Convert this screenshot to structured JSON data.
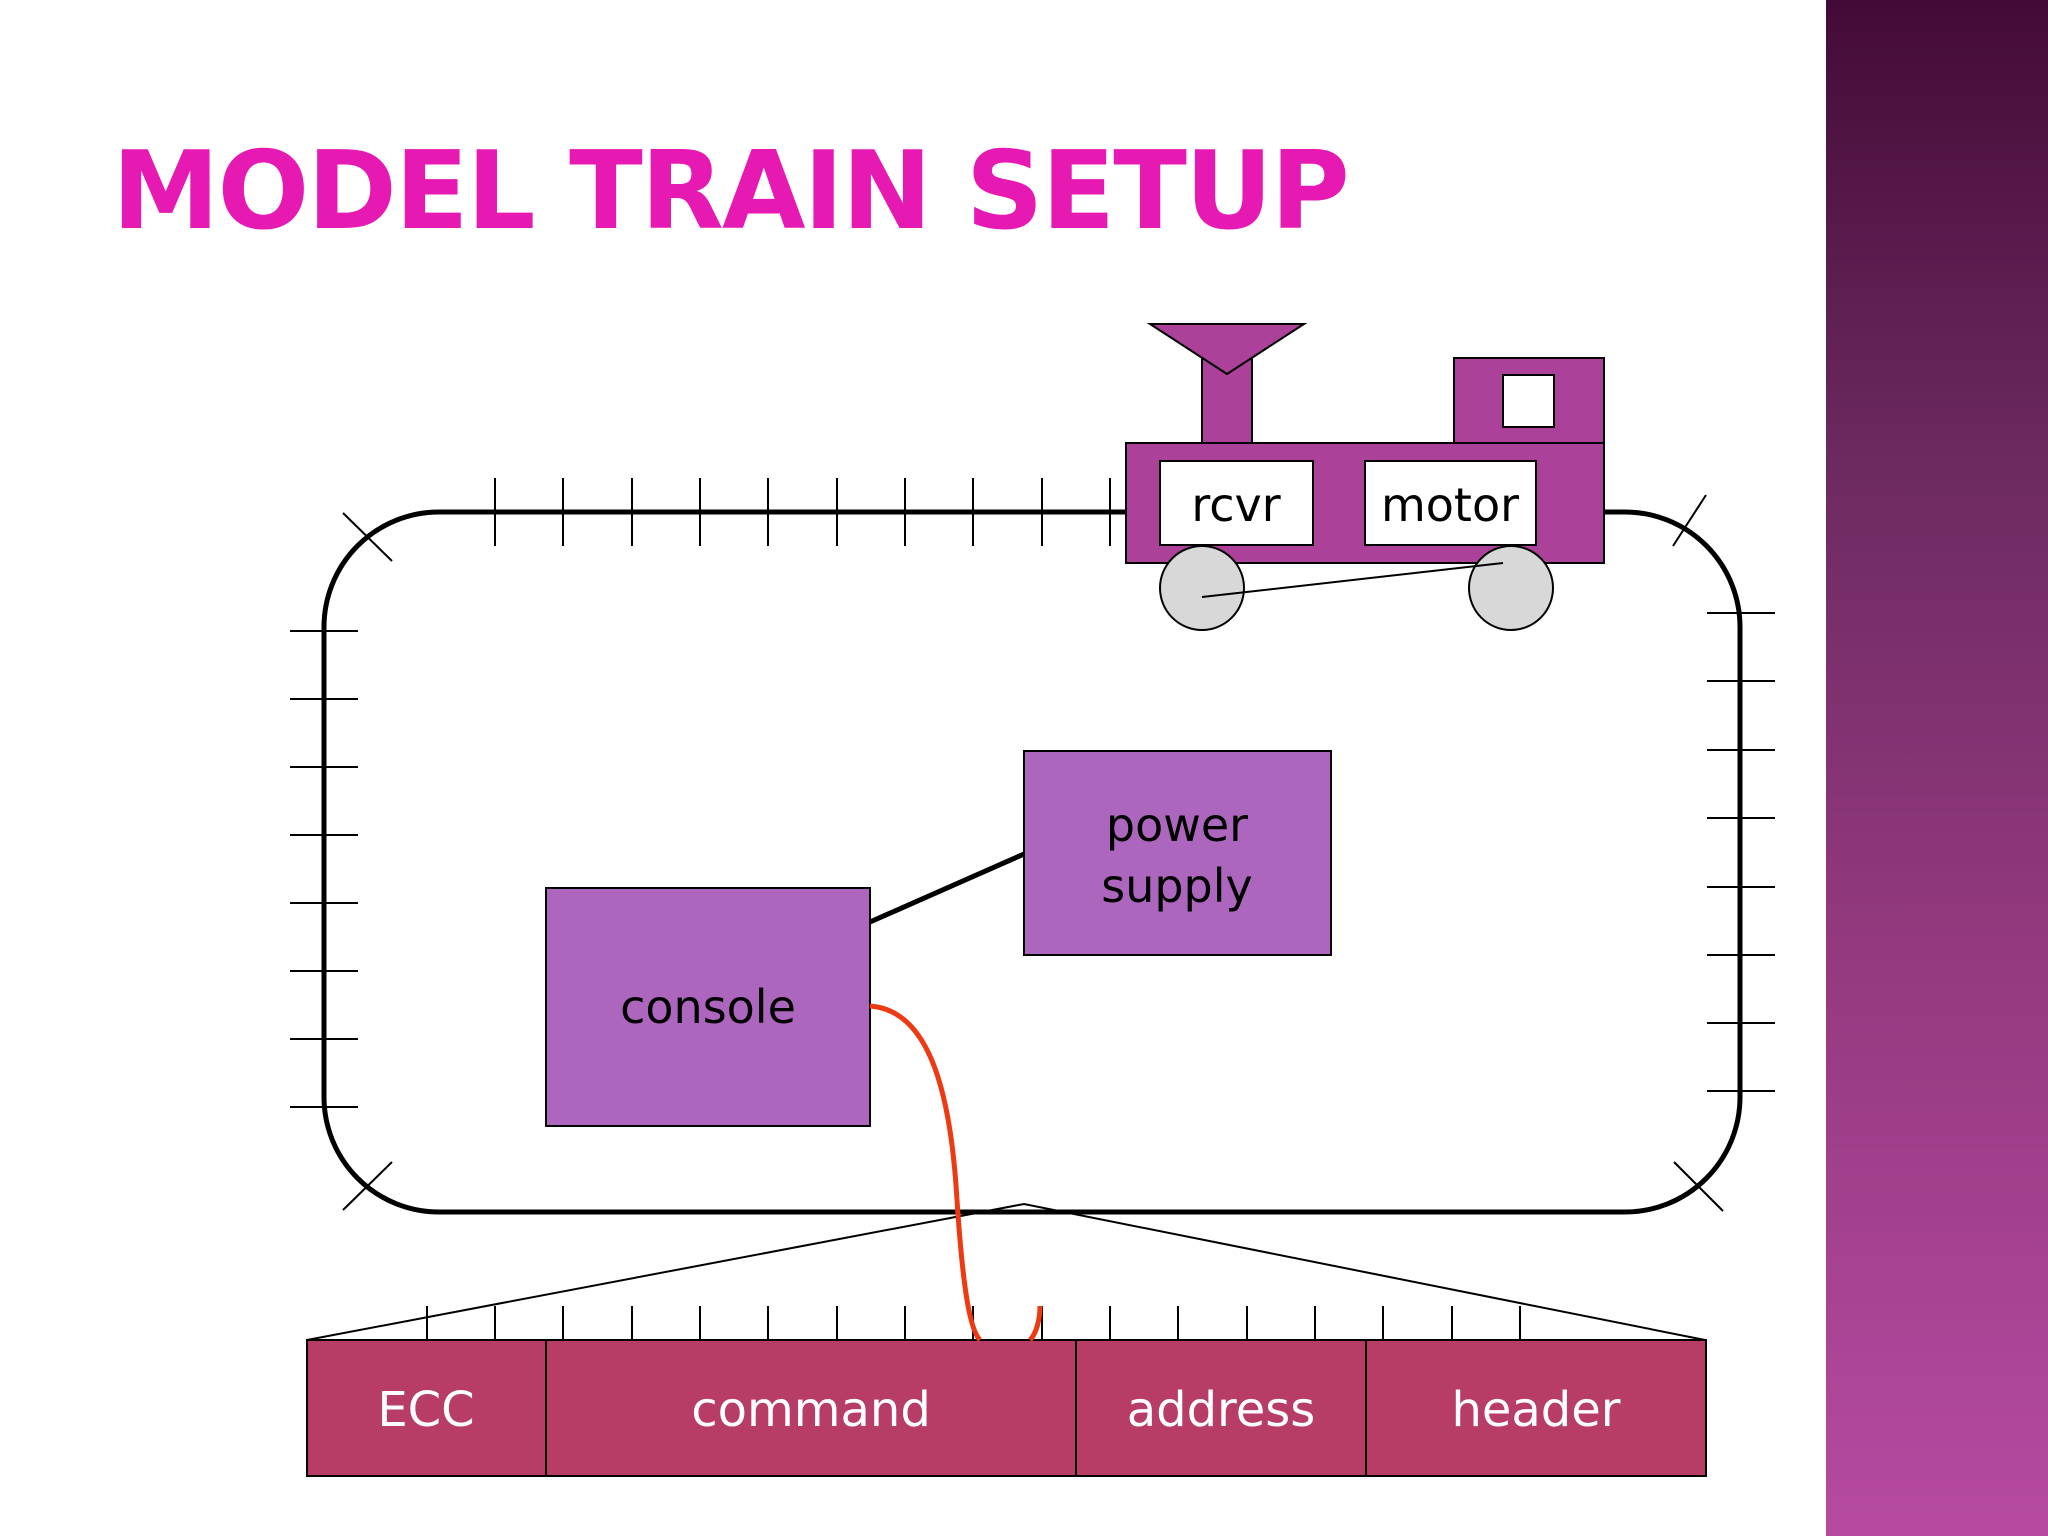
{
  "title": "MODEL TRAIN SETUP",
  "colors": {
    "title": "#e619b2",
    "box_fill": "#ad66bd",
    "train_fill": "#ab4199",
    "packet_fill": "#b83d66",
    "wheel_fill": "#d8d8d8",
    "wire": "#ee3a12"
  },
  "train": {
    "receiver_label": "rcvr",
    "motor_label": "motor"
  },
  "console": {
    "label": "console"
  },
  "power_supply": {
    "line1": "power",
    "line2": "supply"
  },
  "packet": {
    "fields": [
      {
        "label": "ECC"
      },
      {
        "label": "command"
      },
      {
        "label": "address"
      },
      {
        "label": "header"
      }
    ]
  }
}
